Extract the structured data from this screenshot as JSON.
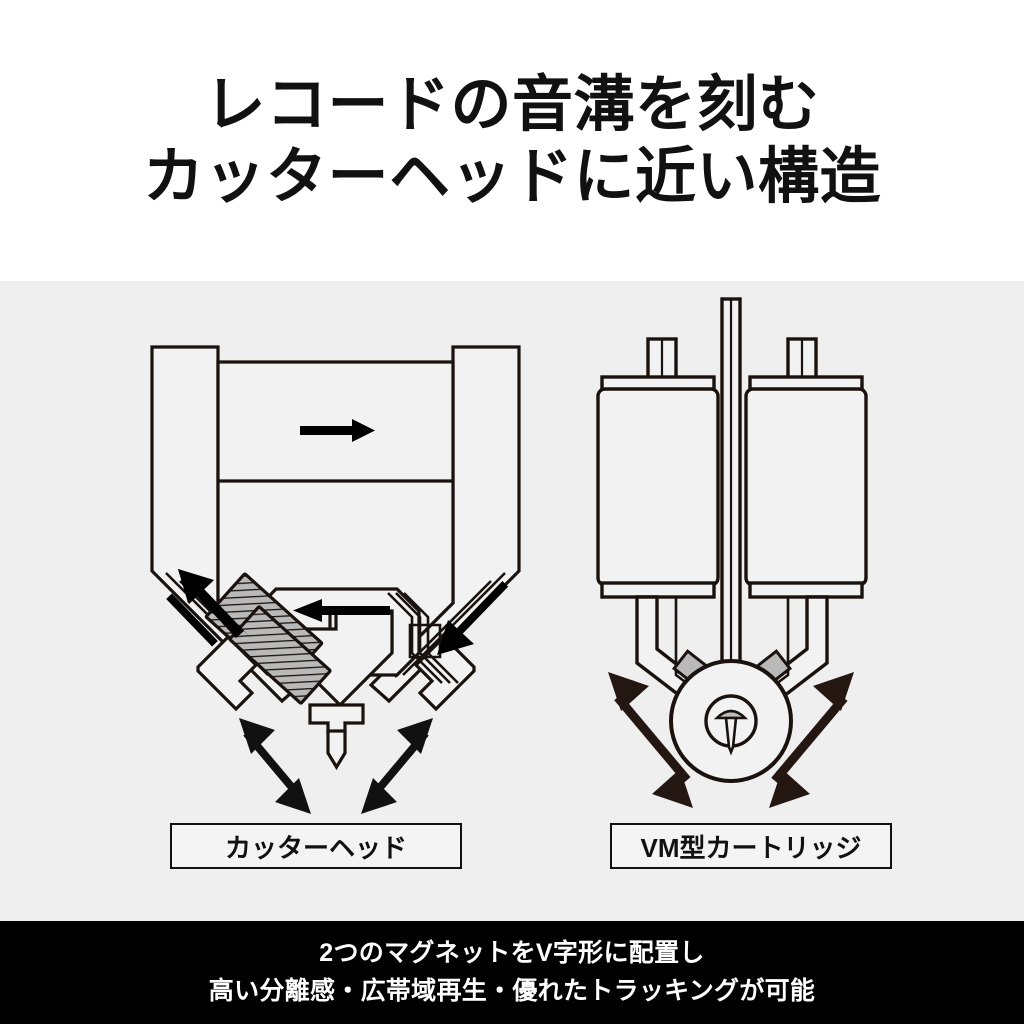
{
  "title": {
    "line1": "レコードの音溝を刻む",
    "line2": "カッターヘッドに近い構造"
  },
  "labels": {
    "cutter_head": "カッターヘッド",
    "vm_cartridge": "VM型カートリッジ"
  },
  "caption": {
    "line1": "2つのマグネットをV字形に配置し",
    "line2": "高い分離感・広帯域再生・優れたトラッキングが可能"
  },
  "colors": {
    "page_background": "#ffffff",
    "diagram_background": "#efefef",
    "caption_background": "#000000",
    "caption_text": "#ffffff",
    "line_stroke": "#1a120e",
    "magnet_fill": "#b9b9b9",
    "arrow_dark": "#241712",
    "part_fill": "#f2f2f2"
  },
  "diagrams": {
    "left": {
      "name": "cutter-head-diagram",
      "icons": [
        "arrow-right-icon",
        "arrow-left-icon",
        "arrow-up-left-icon",
        "arrow-down-left-icon",
        "double-arrow-down-left-icon",
        "double-arrow-down-right-icon"
      ]
    },
    "right": {
      "name": "vm-cartridge-diagram",
      "icons": [
        "double-arrow-down-left-icon",
        "double-arrow-down-right-icon",
        "stylus-icon"
      ]
    }
  }
}
